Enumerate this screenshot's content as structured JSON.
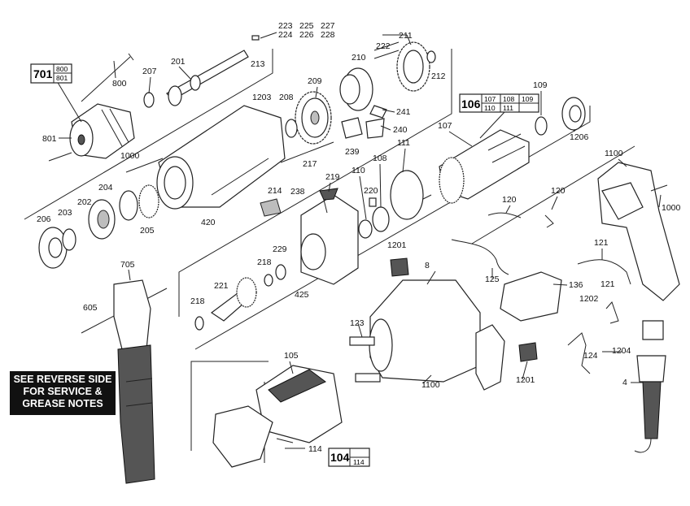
{
  "notice": {
    "line1": "SEE REVERSE SIDE",
    "line2": "FOR SERVICE &",
    "line3": "GREASE NOTES"
  },
  "kits": {
    "k701": {
      "main": "701",
      "subs": [
        "800",
        "801"
      ]
    },
    "k106": {
      "main": "106",
      "subs_top": [
        "107",
        "108",
        "109"
      ],
      "subs_bottom": [
        "110",
        "111"
      ]
    },
    "k104": {
      "main": "104",
      "subs": [
        "114"
      ]
    }
  },
  "callouts": {
    "c223": "223",
    "c224": "224",
    "c225": "225",
    "c226": "226",
    "c227": "227",
    "c228": "228",
    "c211": "211",
    "c222": "222",
    "c210": "210",
    "c212": "212",
    "c201": "201",
    "c213": "213",
    "c207": "207",
    "c800": "800",
    "c209": "209",
    "c241": "241",
    "c109": "109",
    "c1203": "1203",
    "c208": "208",
    "c240": "240",
    "c239": "239",
    "c107": "107",
    "c1206": "1206",
    "c801": "801",
    "c111": "111",
    "c1000a": "1000",
    "c217": "217",
    "c108": "108",
    "c110": "110",
    "c1100a": "1100",
    "c219": "219",
    "c238": "238",
    "c204": "204",
    "c214": "214",
    "c220": "220",
    "c202": "202",
    "c203": "203",
    "c206": "206",
    "c120a": "120",
    "c120b": "120",
    "c1000b": "1000",
    "c420": "420",
    "c205": "205",
    "c1201a": "1201",
    "c229": "229",
    "c705": "705",
    "c218a": "218",
    "c8": "8",
    "c121a": "121",
    "c125": "125",
    "c136": "136",
    "c425": "425",
    "c221": "221",
    "c218b": "218",
    "c605": "605",
    "c121b": "121",
    "c1202": "1202",
    "c123": "123",
    "c105": "105",
    "c124": "124",
    "c1204": "1204",
    "c1100b": "1100",
    "c1201b": "1201",
    "c4": "4",
    "c114": "114"
  }
}
